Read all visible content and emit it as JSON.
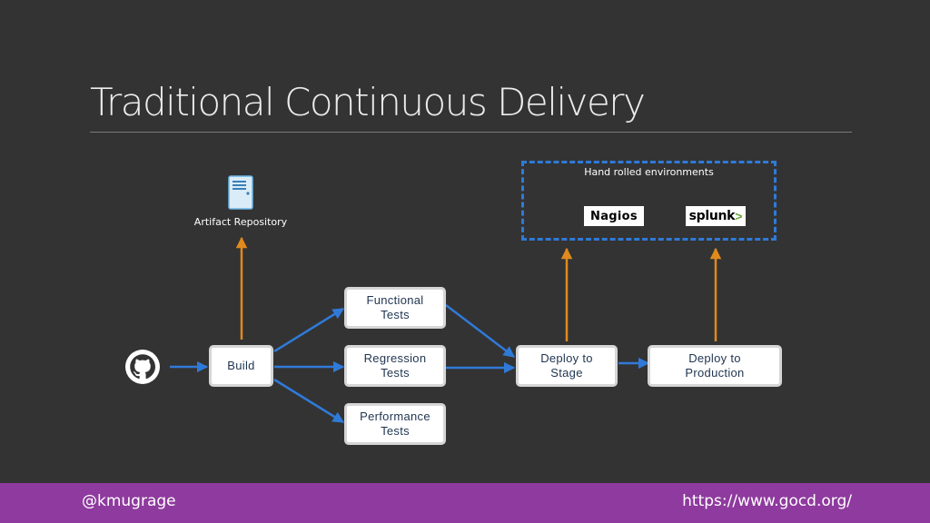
{
  "slide": {
    "title": "Traditional Continuous Delivery"
  },
  "diagram": {
    "source_icon": "github-icon",
    "artifact_icon": "server-icon",
    "artifact_label": "Artifact Repository",
    "environments_label": "Hand rolled environments",
    "nagios_logo": "Nagios",
    "splunk_logo": "splunk",
    "nodes": {
      "build": "Build",
      "functional": "Functional\nTests",
      "regression": "Regression\nTests",
      "performance": "Performance\nTests",
      "stage": "Deploy to\nStage",
      "production": "Deploy to\nProduction"
    },
    "colors": {
      "flow_arrow": "#2f7ad8",
      "feedback_arrow": "#e08a1e",
      "env_border": "#2f7ad8"
    }
  },
  "footer": {
    "handle": "@kmugrage",
    "url": "https://www.gocd.org/",
    "background": "#8e3a9e"
  }
}
